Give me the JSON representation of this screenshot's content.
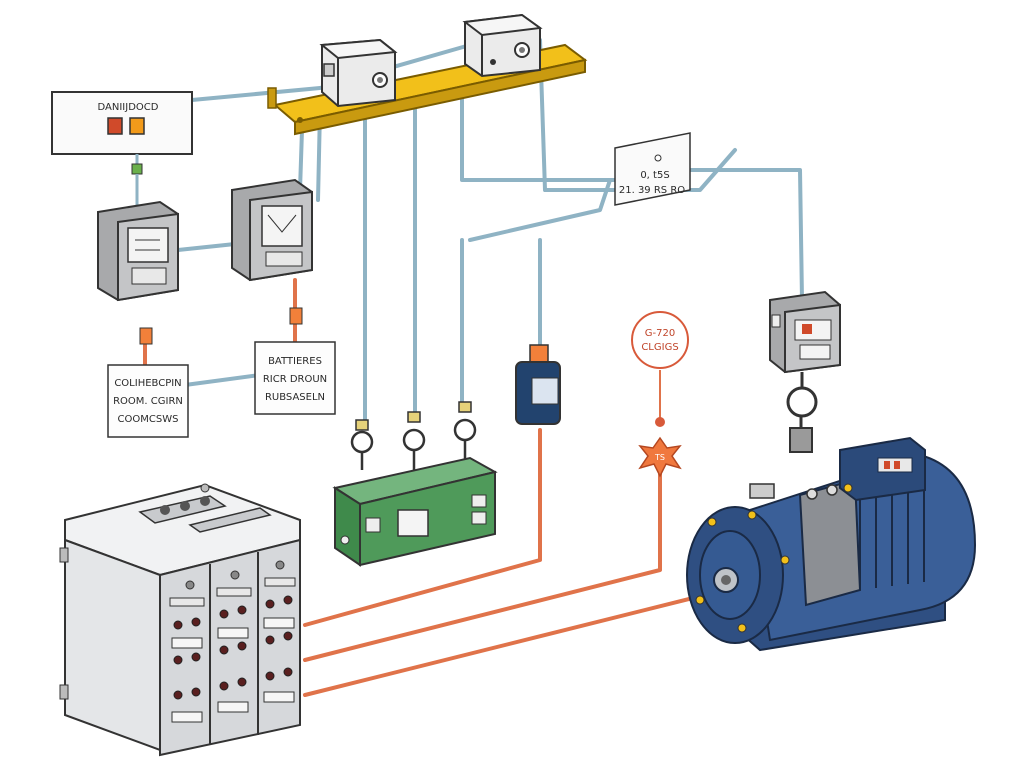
{
  "labels": {
    "top_left_panel": "DANIIJDOCD",
    "meter_readout_line1": "0, t5S",
    "meter_readout_line2": "21. 39 RS RO",
    "left_note_line1": "COLIHEBCPIN",
    "left_note_line2": "ROOM. CGIRN",
    "left_note_line3": "COOMCSWS",
    "mid_note_line1": "BATTIERES",
    "mid_note_line2": "RICR DROUN",
    "mid_note_line3": "RUBSASELN",
    "red_tag_line1": "G-720",
    "red_tag_line2": "CLGIGS",
    "star_marker": "TS"
  },
  "colors": {
    "bus_bar": "#f2c01a",
    "signal_wire": "#8fb3c4",
    "power_wire": "#e0734a",
    "motor_blue": "#2f4f82",
    "relay_green": "#4f9a5a",
    "cabinet_gray": "#e4e6e8",
    "relay_gray": "#a8a9ab"
  },
  "icons": [
    "warning-star-icon",
    "indicator-lamp-icon",
    "gauge-icon"
  ]
}
